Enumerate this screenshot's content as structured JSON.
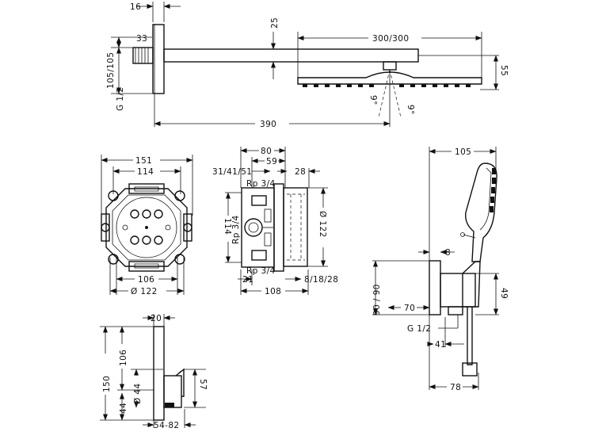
{
  "colors": {
    "line": "#111111",
    "background": "#ffffff"
  },
  "head_arm": {
    "wall_offset": "16",
    "wall_flange": "33",
    "height_range": "105/105",
    "thread": "G 1/2",
    "arm_depth": "25",
    "head_size": "300/300",
    "head_height": "55",
    "tilt_a": "9°",
    "tilt_b": "9°",
    "arm_length": "390"
  },
  "round_box": {
    "outer_width": "151",
    "inner_width": "114",
    "hole_spacing": "106",
    "diameter": "Ø 122"
  },
  "box_side": {
    "depth": "80",
    "mid_depth": "59",
    "depth_options": "31/41/51",
    "front_offset": "28",
    "port_top": "Rp 3/4",
    "port_mid": "Rp 3/4",
    "port_bottom": "Rp 3/4",
    "height": "114",
    "diameter": "Ø 122",
    "bottom_offset": "21",
    "bottom_depth": "108",
    "bottom_options": "8/18/28"
  },
  "hand_shower": {
    "projection": "105",
    "offset": "8",
    "height_range": "90 / 90",
    "outlet_height": "49",
    "holder_depth": "70",
    "thread": "G 1/2",
    "hose_offset": "41",
    "holder_width": "78"
  },
  "thermostat": {
    "depth": "20",
    "height": "150",
    "centre_height": "106",
    "spindle": "Ø 44",
    "base_offset": "44",
    "knob_height": "57",
    "depth_range": "54-82"
  }
}
